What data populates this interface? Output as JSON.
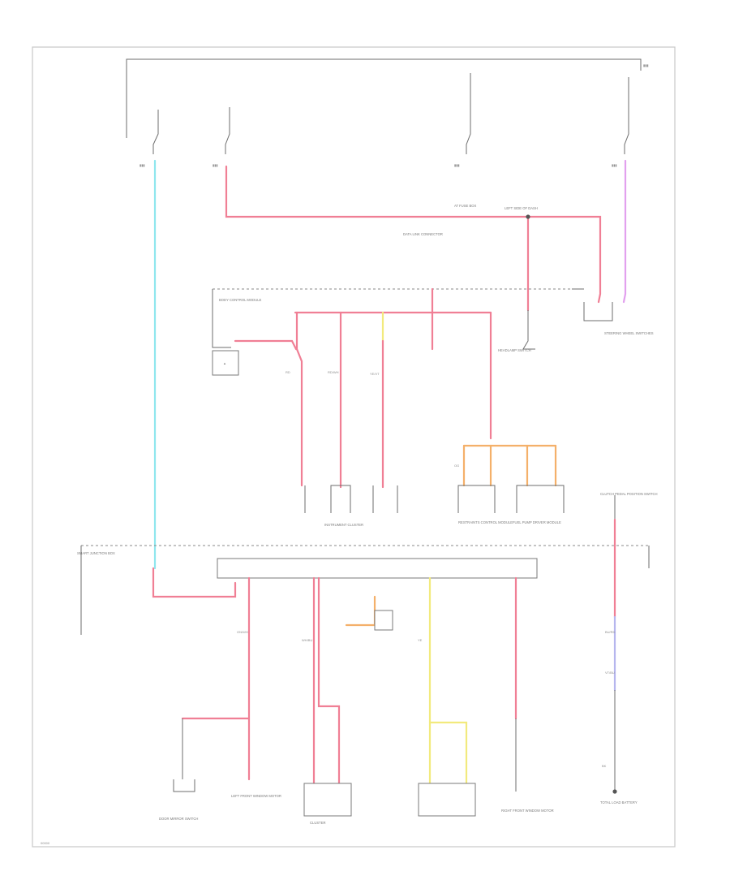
{
  "diagram": {
    "page_code": "00000",
    "wire_colors": {
      "red": "#f07f95",
      "light_blue": "#8fe7ee",
      "violet": "#e2a0ee",
      "yellow": "#f2ea7d",
      "orange": "#f4b06a",
      "blue": "#b6b6ee",
      "black": "#6e6e6e"
    },
    "components": [
      {
        "id": "c01",
        "label": "SMART JUNCTION BOX",
        "icon": "fuse-box"
      },
      {
        "id": "c02",
        "label": "LEFT SIDE OF DASH",
        "icon": "splice"
      },
      {
        "id": "c03",
        "label": "AT FUSE BOX",
        "icon": "splice"
      },
      {
        "id": "c04",
        "label": "DATA LINK CONNECTOR",
        "icon": "connector"
      },
      {
        "id": "c05",
        "label": "BODY CONTROL MODULE",
        "icon": "module"
      },
      {
        "id": "c06",
        "label": "HEADLAMP SWITCH",
        "icon": "switch"
      },
      {
        "id": "c07",
        "label": "STEERING WHEEL SWITCHES",
        "icon": "switch"
      },
      {
        "id": "c08",
        "label": "RESTRAINTS CONTROL MODULE",
        "icon": "module"
      },
      {
        "id": "c09",
        "label": "INSTRUMENT CLUSTER",
        "icon": "module"
      },
      {
        "id": "c10",
        "label": "CLUTCH PEDAL POSITION SWITCH",
        "icon": "switch"
      },
      {
        "id": "c11",
        "label": "FUEL PUMP DRIVER MODULE",
        "icon": "module"
      },
      {
        "id": "c12",
        "label": "LEFT FRONT WINDOW MOTOR",
        "icon": "motor"
      },
      {
        "id": "c13",
        "label": "RIGHT FRONT WINDOW MOTOR",
        "icon": "motor"
      },
      {
        "id": "c14",
        "label": "CLUSTER",
        "icon": "module"
      },
      {
        "id": "c15",
        "label": "DOOR MIRROR SWITCH",
        "icon": "switch"
      },
      {
        "id": "c16",
        "label": "TOTAL LOAD BATTERY",
        "icon": "ground"
      }
    ],
    "wire_codes": [
      "RD",
      "RD/WH",
      "YE/VT",
      "BU/RD",
      "VT/BU",
      "BK",
      "GN/WH",
      "WH/BU",
      "YE",
      "OG"
    ]
  }
}
